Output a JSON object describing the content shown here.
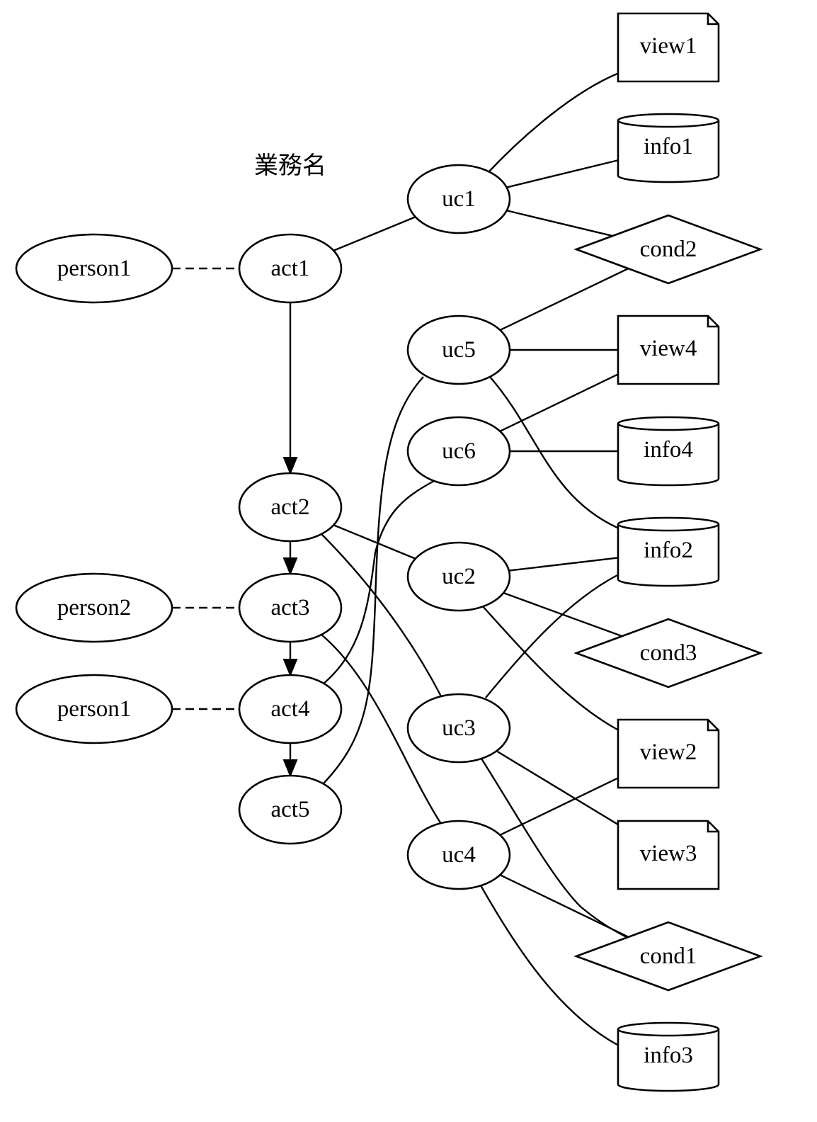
{
  "diagram": {
    "title": "業務名",
    "nodes": [
      {
        "id": "person1a",
        "label": "person1",
        "shape": "ellipse"
      },
      {
        "id": "person2",
        "label": "person2",
        "shape": "ellipse"
      },
      {
        "id": "person1b",
        "label": "person1",
        "shape": "ellipse"
      },
      {
        "id": "act1",
        "label": "act1",
        "shape": "ellipse"
      },
      {
        "id": "act2",
        "label": "act2",
        "shape": "ellipse"
      },
      {
        "id": "act3",
        "label": "act3",
        "shape": "ellipse"
      },
      {
        "id": "act4",
        "label": "act4",
        "shape": "ellipse"
      },
      {
        "id": "act5",
        "label": "act5",
        "shape": "ellipse"
      },
      {
        "id": "uc1",
        "label": "uc1",
        "shape": "ellipse"
      },
      {
        "id": "uc5",
        "label": "uc5",
        "shape": "ellipse"
      },
      {
        "id": "uc6",
        "label": "uc6",
        "shape": "ellipse"
      },
      {
        "id": "uc2",
        "label": "uc2",
        "shape": "ellipse"
      },
      {
        "id": "uc3",
        "label": "uc3",
        "shape": "ellipse"
      },
      {
        "id": "uc4",
        "label": "uc4",
        "shape": "ellipse"
      },
      {
        "id": "view1",
        "label": "view1",
        "shape": "note"
      },
      {
        "id": "info1",
        "label": "info1",
        "shape": "cylinder"
      },
      {
        "id": "cond2",
        "label": "cond2",
        "shape": "diamond"
      },
      {
        "id": "view4",
        "label": "view4",
        "shape": "note"
      },
      {
        "id": "info4",
        "label": "info4",
        "shape": "cylinder"
      },
      {
        "id": "info2",
        "label": "info2",
        "shape": "cylinder"
      },
      {
        "id": "cond3",
        "label": "cond3",
        "shape": "diamond"
      },
      {
        "id": "view2",
        "label": "view2",
        "shape": "note"
      },
      {
        "id": "view3",
        "label": "view3",
        "shape": "note"
      },
      {
        "id": "cond1",
        "label": "cond1",
        "shape": "diamond"
      },
      {
        "id": "info3",
        "label": "info3",
        "shape": "cylinder"
      }
    ],
    "edges": [
      {
        "from": "person1a",
        "to": "act1",
        "style": "dashed"
      },
      {
        "from": "person2",
        "to": "act3",
        "style": "dashed"
      },
      {
        "from": "person1b",
        "to": "act4",
        "style": "dashed"
      },
      {
        "from": "act1",
        "to": "act2",
        "style": "arrow"
      },
      {
        "from": "act2",
        "to": "act3",
        "style": "arrow"
      },
      {
        "from": "act3",
        "to": "act4",
        "style": "arrow"
      },
      {
        "from": "act4",
        "to": "act5",
        "style": "arrow"
      },
      {
        "from": "act1",
        "to": "uc1",
        "style": "line"
      },
      {
        "from": "act2",
        "to": "uc2",
        "style": "line"
      },
      {
        "from": "act2",
        "to": "uc3",
        "style": "line"
      },
      {
        "from": "act3",
        "to": "uc4",
        "style": "line"
      },
      {
        "from": "act4",
        "to": "uc6",
        "style": "line"
      },
      {
        "from": "act5",
        "to": "uc5",
        "style": "line"
      },
      {
        "from": "uc1",
        "to": "view1",
        "style": "line"
      },
      {
        "from": "uc1",
        "to": "info1",
        "style": "line"
      },
      {
        "from": "uc1",
        "to": "cond2",
        "style": "line"
      },
      {
        "from": "uc5",
        "to": "cond2",
        "style": "line"
      },
      {
        "from": "uc5",
        "to": "view4",
        "style": "line"
      },
      {
        "from": "uc5",
        "to": "info2",
        "style": "line"
      },
      {
        "from": "uc6",
        "to": "view4",
        "style": "line"
      },
      {
        "from": "uc6",
        "to": "info4",
        "style": "line"
      },
      {
        "from": "uc2",
        "to": "info2",
        "style": "line"
      },
      {
        "from": "uc2",
        "to": "cond3",
        "style": "line"
      },
      {
        "from": "uc2",
        "to": "view2",
        "style": "line"
      },
      {
        "from": "uc3",
        "to": "info2",
        "style": "line"
      },
      {
        "from": "uc3",
        "to": "view3",
        "style": "line"
      },
      {
        "from": "uc3",
        "to": "cond1",
        "style": "line"
      },
      {
        "from": "uc4",
        "to": "view2",
        "style": "line"
      },
      {
        "from": "uc4",
        "to": "cond1",
        "style": "line"
      },
      {
        "from": "uc4",
        "to": "info3",
        "style": "line"
      }
    ]
  }
}
